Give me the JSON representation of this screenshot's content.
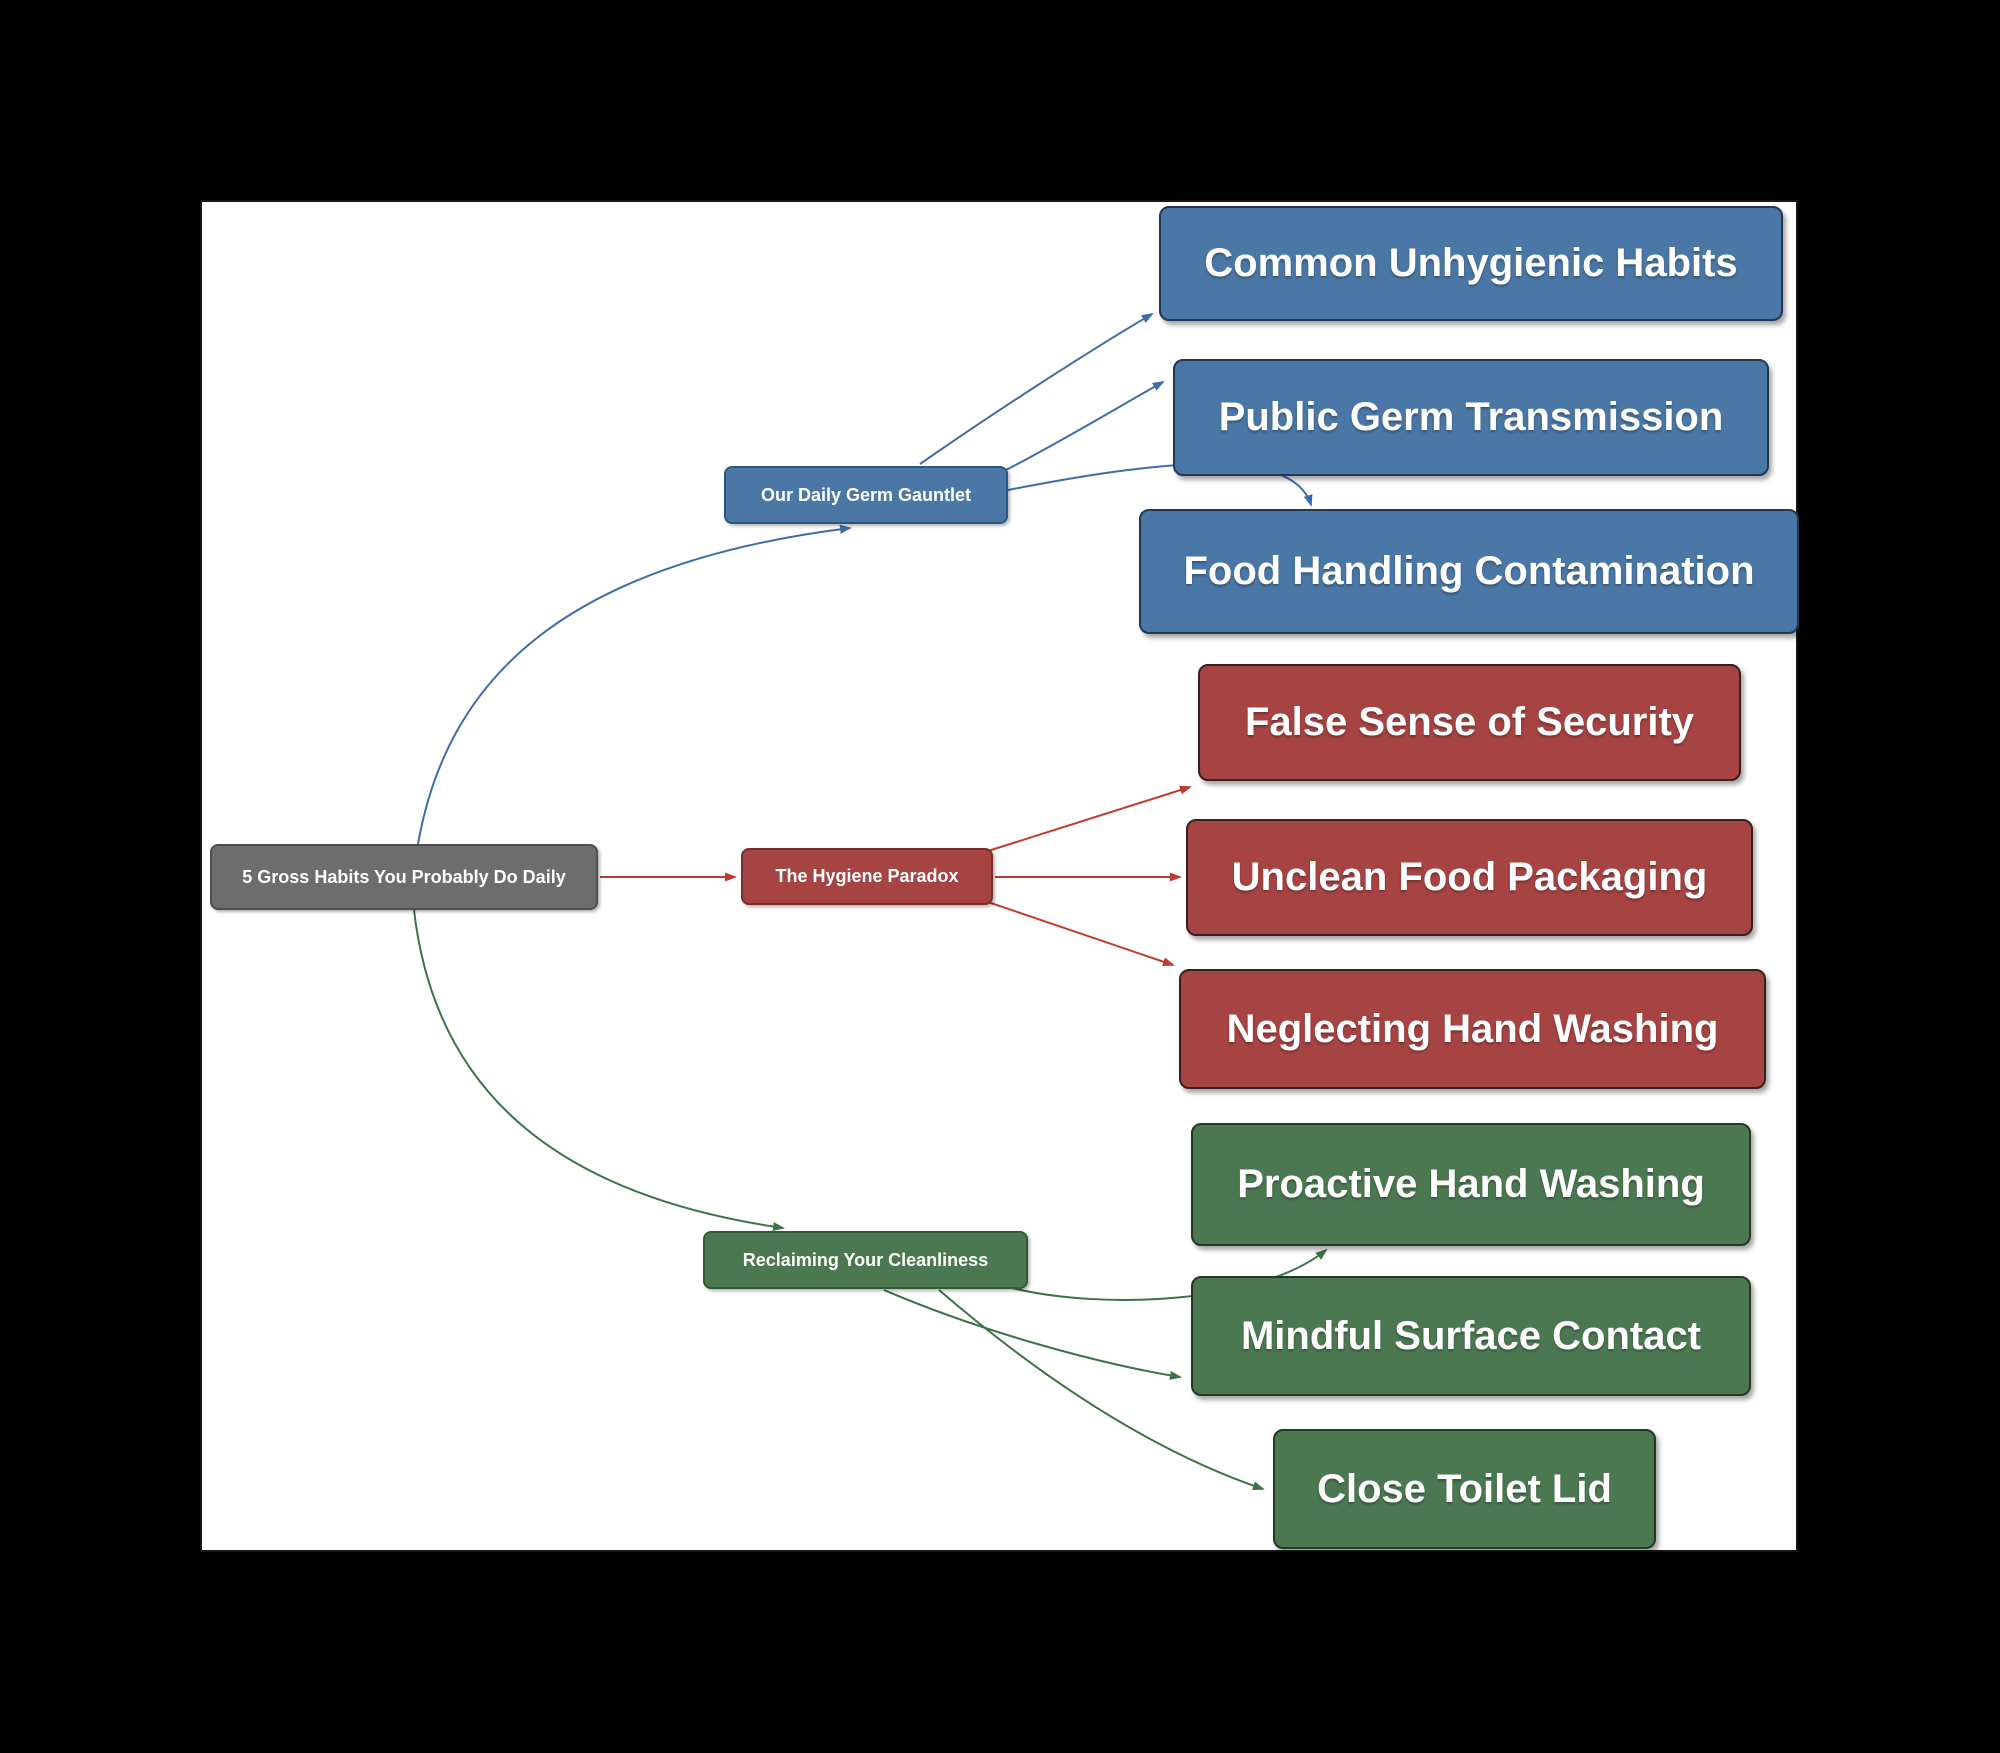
{
  "mindmap": {
    "root": {
      "label": "5 Gross Habits You Probably Do Daily",
      "fill": "#6d6d6d",
      "border": "#4e4e4e"
    },
    "branches": [
      {
        "label": "Our Daily Germ Gauntlet",
        "fill": "#4a77a5",
        "border": "#2b567d",
        "line_color": "#3e6cab",
        "children": [
          {
            "label": "Common Unhygienic Habits"
          },
          {
            "label": "Public Germ Transmission"
          },
          {
            "label": "Food Handling Contamination"
          }
        ]
      },
      {
        "label": "The Hygiene Paradox",
        "fill": "#a64343",
        "border": "#7a2b2b",
        "line_color": "#c23a2f",
        "children": [
          {
            "label": "False Sense of Security"
          },
          {
            "label": "Unclean Food Packaging"
          },
          {
            "label": "Neglecting Hand Washing"
          }
        ]
      },
      {
        "label": "Reclaiming Your Cleanliness",
        "fill": "#4b7851",
        "border": "#2f5a35",
        "line_color": "#3d7247",
        "children": [
          {
            "label": "Proactive Hand Washing"
          },
          {
            "label": "Mindful Surface Contact"
          },
          {
            "label": "Close Toilet Lid"
          }
        ]
      }
    ],
    "colors": {
      "page_background": "#000000",
      "canvas_background": "#ffffff",
      "text": "#ffffff"
    }
  }
}
